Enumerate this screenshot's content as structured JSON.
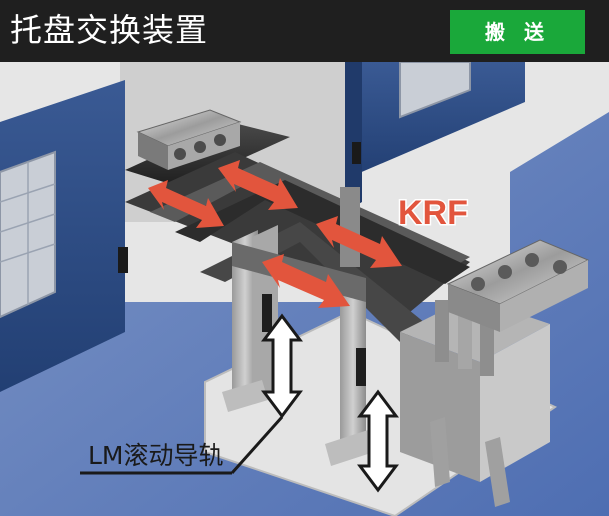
{
  "header": {
    "title": "托盘交换装置",
    "badge": "搬 送"
  },
  "labels": {
    "krf": "KRF",
    "lm_guide": "LM滚动导轨"
  },
  "icons": [
    "double-arrow-horizontal-icon",
    "double-arrow-vertical-icon"
  ],
  "colors": {
    "header_bg": "#1f1f1f",
    "badge_bg": "#1aa83a",
    "arrow_red": "#e2553d",
    "krf_text": "#e2553d",
    "door_blue": "#2e4e86",
    "floor_blue": "#4a6fb2"
  }
}
